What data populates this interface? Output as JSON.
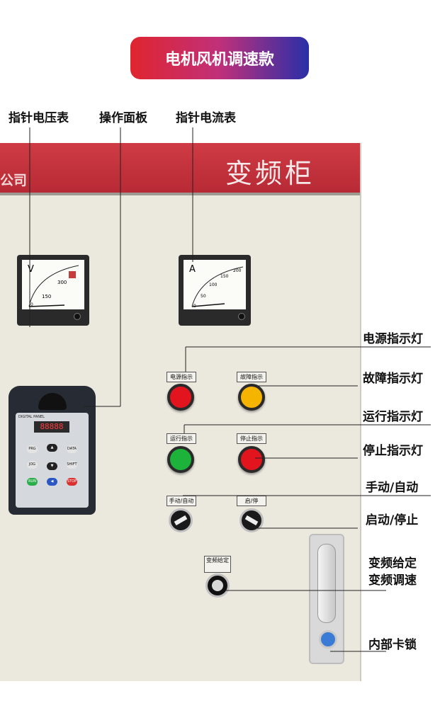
{
  "banner": {
    "title": "电机风机调速款"
  },
  "cabinet": {
    "title": "变频柜",
    "company_fragment": "公司"
  },
  "callouts": {
    "voltmeter": "指针电压表",
    "panel": "操作面板",
    "ammeter": "指针电流表",
    "power_lamp": "电源指示灯",
    "fault_lamp": "故障指示灯",
    "run_lamp": "运行指示灯",
    "stop_lamp": "停止指示灯",
    "manual_auto": "手动/自动",
    "start_stop": "启动/停止",
    "freq_setting_1": "变频给定",
    "freq_setting_2": "变频调速",
    "lock": "内部卡锁"
  },
  "voltmeter": {
    "unit": "V",
    "ticks": [
      "0",
      "150",
      "300"
    ]
  },
  "ammeter": {
    "unit": "A",
    "ticks": [
      "0",
      "50",
      "100",
      "150",
      "200"
    ]
  },
  "lamps": {
    "power": {
      "label": "电源指示",
      "color": "#e2141d"
    },
    "fault": {
      "label": "故障指示",
      "color": "#f4b400"
    },
    "run": {
      "label": "运行指示",
      "color": "#1db33a"
    },
    "stop": {
      "label": "停止指示",
      "color": "#e2141d"
    }
  },
  "switches": {
    "manual_auto": {
      "label": "手动/自动"
    },
    "start_stop": {
      "label": "启/停"
    },
    "speed": {
      "label": "变频给定"
    }
  },
  "vfd": {
    "brand": "DIGITAL PANEL",
    "display": "88888",
    "keys": [
      "PRG",
      "▲",
      "DATA",
      "JOG",
      "▼",
      "SHIFT",
      "RUN",
      "◀",
      "STOP"
    ]
  },
  "colors": {
    "banner_start": "#e0252f",
    "banner_end": "#2a2fa8",
    "header_red": "#c3313c"
  }
}
